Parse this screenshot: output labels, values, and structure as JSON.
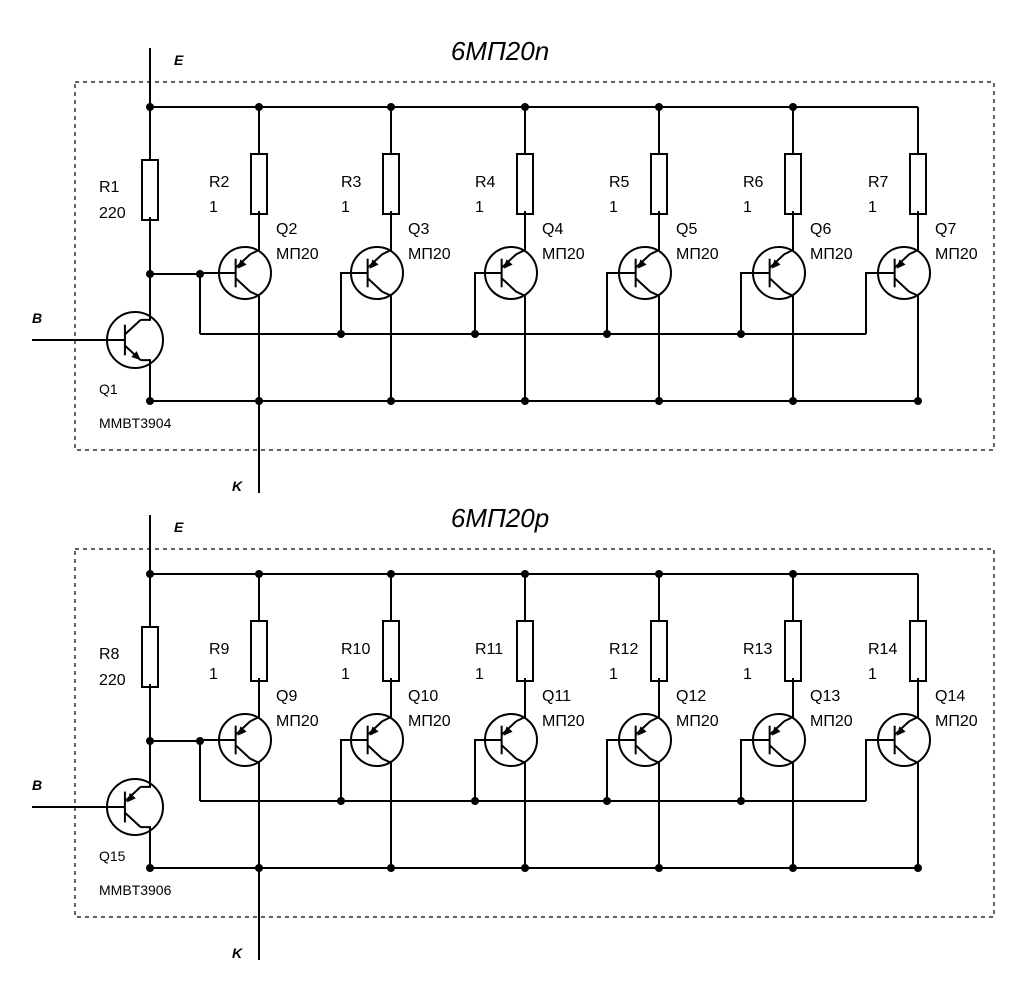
{
  "circuits": [
    {
      "title": "6МП20n",
      "terminal_e": "E",
      "terminal_b": "B",
      "terminal_k": "K",
      "driver": {
        "ref": "Q1",
        "part": "MMBT3904"
      },
      "bias_resistor": {
        "ref": "R1",
        "value": "220"
      },
      "cells": [
        {
          "res_ref": "R2",
          "res_val": "1",
          "q_ref": "Q2",
          "q_part": "МП20"
        },
        {
          "res_ref": "R3",
          "res_val": "1",
          "q_ref": "Q3",
          "q_part": "МП20"
        },
        {
          "res_ref": "R4",
          "res_val": "1",
          "q_ref": "Q4",
          "q_part": "МП20"
        },
        {
          "res_ref": "R5",
          "res_val": "1",
          "q_ref": "Q5",
          "q_part": "МП20"
        },
        {
          "res_ref": "R6",
          "res_val": "1",
          "q_ref": "Q6",
          "q_part": "МП20"
        },
        {
          "res_ref": "R7",
          "res_val": "1",
          "q_ref": "Q7",
          "q_part": "МП20"
        }
      ]
    },
    {
      "title": "6МП20p",
      "terminal_e": "E",
      "terminal_b": "B",
      "terminal_k": "K",
      "driver": {
        "ref": "Q15",
        "part": "MMBT3906"
      },
      "bias_resistor": {
        "ref": "R8",
        "value": "220"
      },
      "cells": [
        {
          "res_ref": "R9",
          "res_val": "1",
          "q_ref": "Q9",
          "q_part": "МП20"
        },
        {
          "res_ref": "R10",
          "res_val": "1",
          "q_ref": "Q10",
          "q_part": "МП20"
        },
        {
          "res_ref": "R11",
          "res_val": "1",
          "q_ref": "Q11",
          "q_part": "МП20"
        },
        {
          "res_ref": "R12",
          "res_val": "1",
          "q_ref": "Q12",
          "q_part": "МП20"
        },
        {
          "res_ref": "R13",
          "res_val": "1",
          "q_ref": "Q13",
          "q_part": "МП20"
        },
        {
          "res_ref": "R14",
          "res_val": "1",
          "q_ref": "Q14",
          "q_part": "МП20"
        }
      ]
    }
  ]
}
